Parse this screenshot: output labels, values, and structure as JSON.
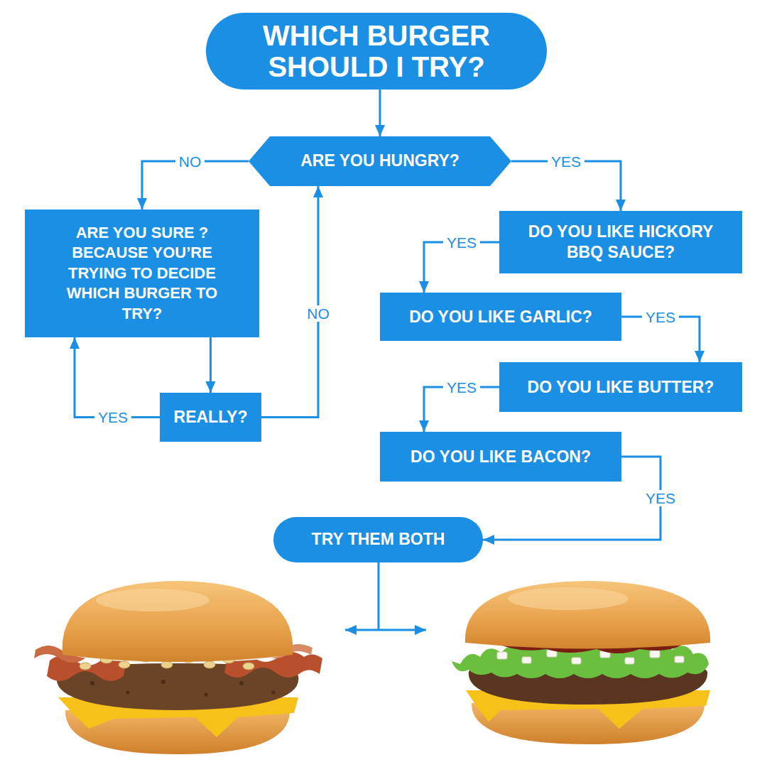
{
  "diagram": {
    "nodes": [
      {
        "text": [
          "WHICH BURGER SHOULD I TRY?"
        ]
      },
      {
        "text": [
          "ARE YOU HUNGRY?"
        ]
      },
      {
        "text": [
          "ARE YOU SURE ? BECAUSE YOU’RE TRYING TO DECIDE WHICH BURGER TO TRY?"
        ]
      },
      {
        "text": [
          "DO YOU LIKE HICKORY BBQ SAUCE?"
        ]
      },
      {
        "text": [
          "DO YOU LIKE GARLIC?"
        ]
      },
      {
        "text": [
          "DO YOU LIKE BUTTER?"
        ]
      },
      {
        "text": [
          "REALLY?"
        ]
      },
      {
        "text": [
          "DO YOU LIKE BACON?"
        ]
      },
      {
        "text": [
          "TRY THEM BOTH"
        ]
      }
    ],
    "edges": [
      {
        "from": 0,
        "to": 1,
        "arrow": "to"
      },
      {
        "from": 1,
        "to": 2,
        "label": "NO",
        "arrow": "to"
      },
      {
        "from": 1,
        "to": 3,
        "label": "YES",
        "arrow": "to"
      },
      {
        "from": 3,
        "to": 4,
        "label": "YES",
        "arrow": "to"
      },
      {
        "from": 4,
        "to": 5,
        "label": "YES",
        "arrow": "to"
      },
      {
        "from": 5,
        "to": 7,
        "label": "YES",
        "arrow": "to"
      },
      {
        "from": 7,
        "to": 8,
        "label": "YES",
        "arrow": "to"
      },
      {
        "from": 2,
        "to": 6,
        "arrow": "to"
      },
      {
        "from": 6,
        "to": 2,
        "label": "YES",
        "arrow": "to"
      },
      {
        "from": 6,
        "to": 1,
        "label": "NO",
        "arrow": "to"
      }
    ]
  }
}
